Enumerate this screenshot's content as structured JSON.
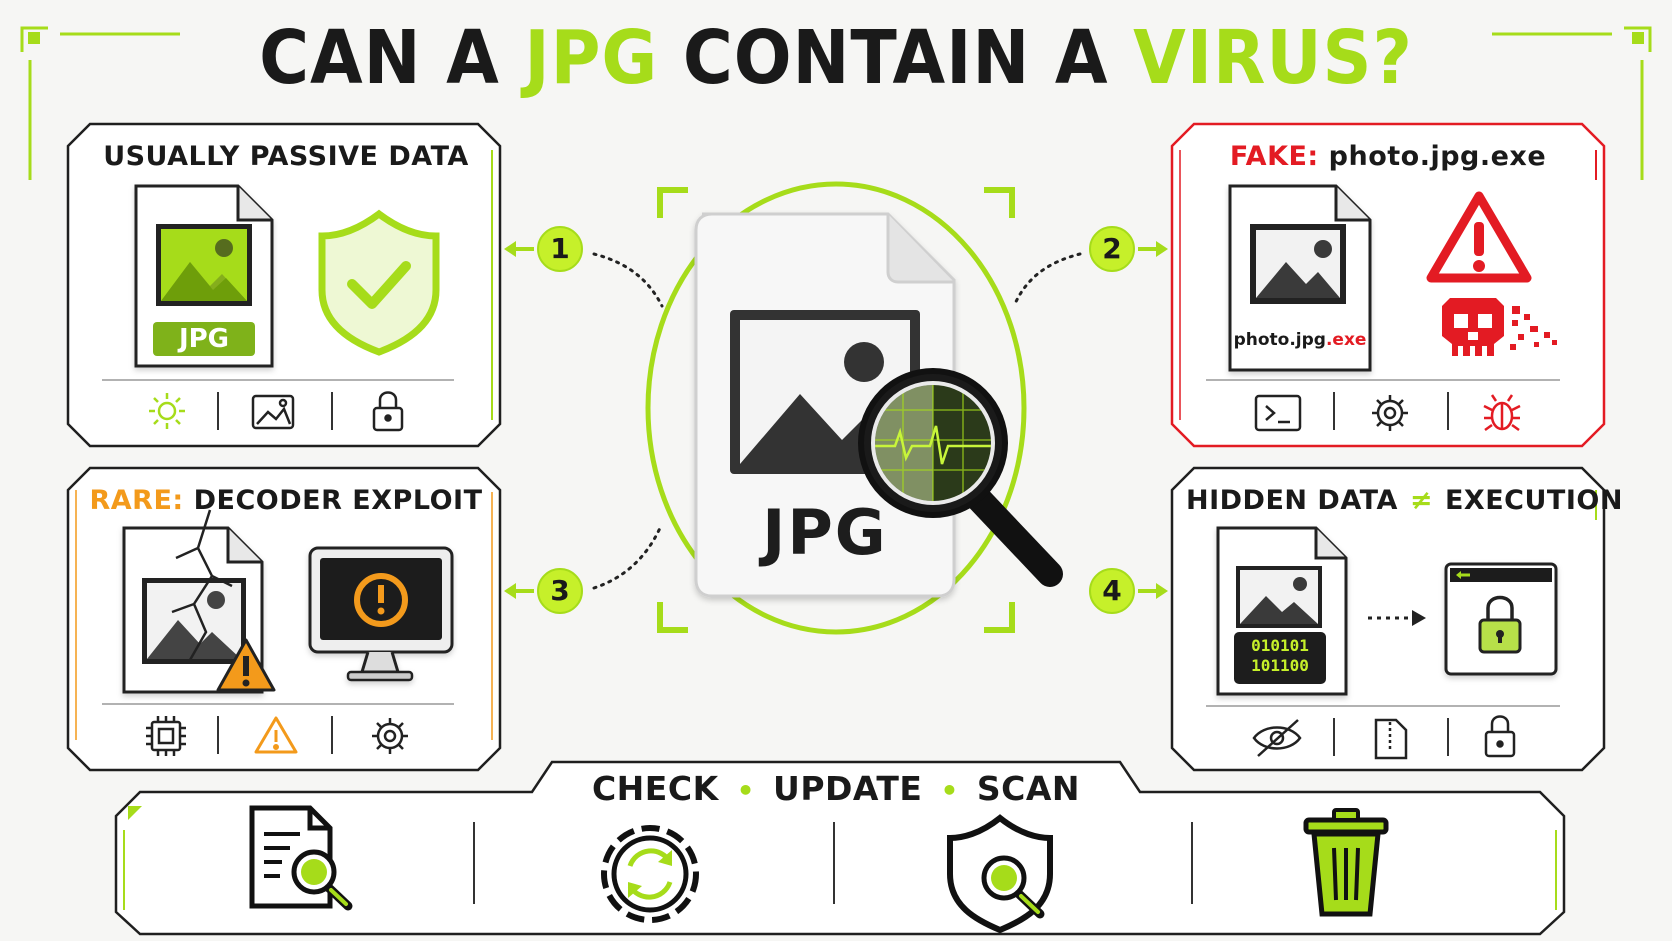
{
  "title": {
    "part1": "CAN A ",
    "part2": "JPG",
    "part3": " CONTAIN A ",
    "part4": "VIRUS?"
  },
  "center": {
    "file_label": "JPG"
  },
  "steps": {
    "s1": "1",
    "s2": "2",
    "s3": "3",
    "s4": "4"
  },
  "panels": {
    "p1": {
      "title": "USUALLY PASSIVE DATA",
      "badge": "JPG",
      "icons": [
        "sun-icon",
        "image-icon",
        "lock-icon"
      ]
    },
    "p2": {
      "title_key": "FAKE:",
      "title_rest": "photo.jpg.exe",
      "file_name_a": "photo.jpg",
      "file_name_b": ".exe",
      "icons": [
        "terminal-icon",
        "gear-icon",
        "bug-icon"
      ]
    },
    "p3": {
      "title_key": "RARE:",
      "title_rest": "DECODER EXPLOIT",
      "icons": [
        "chip-icon",
        "warning-icon",
        "gear-icon"
      ]
    },
    "p4": {
      "title_a": "HIDDEN DATA",
      "title_sym": "≠",
      "title_b": "EXECUTION",
      "binary_1": "010101",
      "binary_2": "101100",
      "icons": [
        "eye-off-icon",
        "zip-file-icon",
        "lock-icon"
      ]
    }
  },
  "bottom": {
    "word1": "CHECK",
    "sep": "•",
    "word2": "UPDATE",
    "word3": "SCAN",
    "icons": [
      "document-search-icon",
      "gear-refresh-icon",
      "shield-search-icon",
      "trash-icon"
    ]
  },
  "colors": {
    "accent": "#a6dc1a",
    "danger": "#e31b23",
    "warning": "#f39a1b",
    "ink": "#1a1a1a"
  }
}
